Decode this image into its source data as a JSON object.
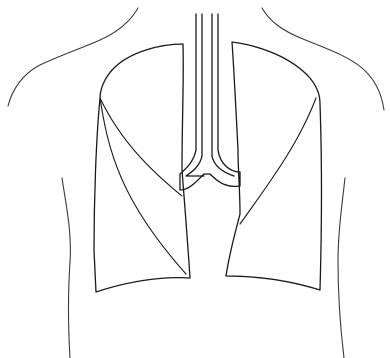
{
  "colors": {
    "background": "#ffffff",
    "line": "#1a1a1a",
    "body_line": "#3a3a3a"
  },
  "parts": [
    "torso-outline",
    "trachea",
    "bronchi",
    "right-lung",
    "left-lung",
    "lobe-fissures"
  ]
}
